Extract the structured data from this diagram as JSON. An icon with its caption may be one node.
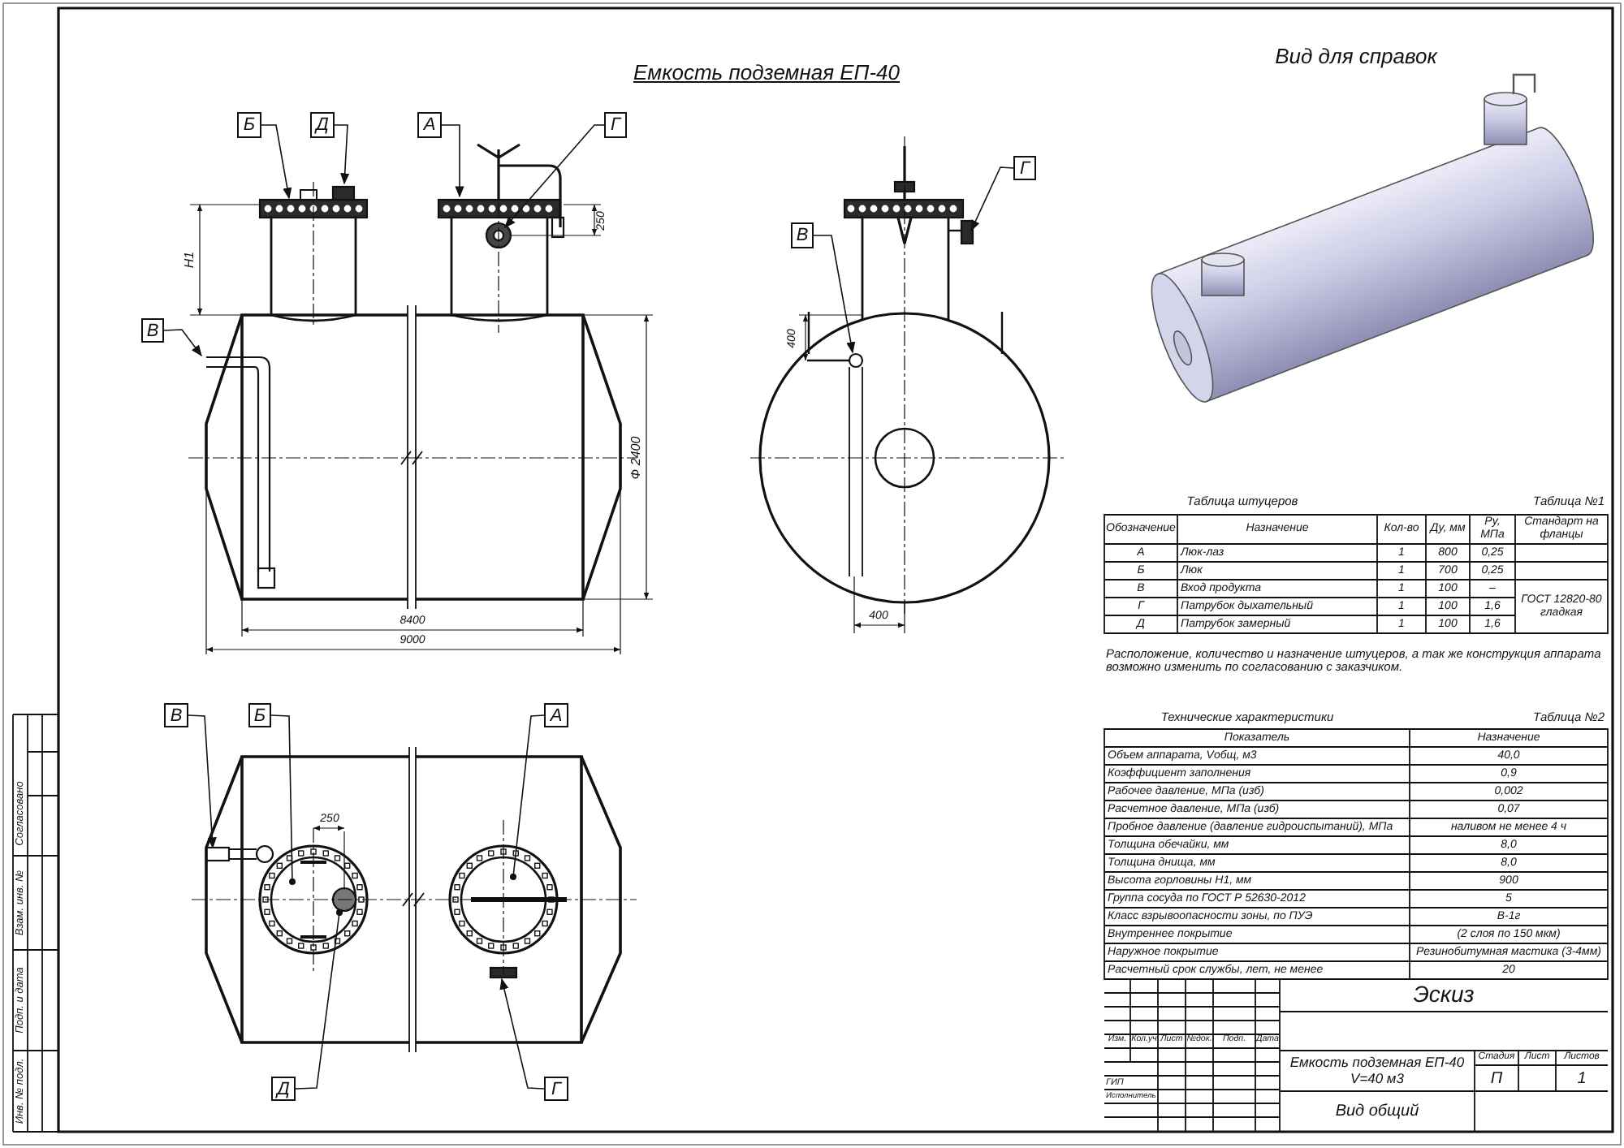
{
  "diagram": {
    "title": "Емкость подземная ЕП-40",
    "nodes": [
      {
        "text": [
          "Б"
        ]
      },
      {
        "text": [
          "Д"
        ]
      },
      {
        "text": [
          "А"
        ]
      },
      {
        "text": [
          "Г"
        ]
      },
      {
        "text": [
          "В"
        ]
      },
      {
        "text": [
          "Г"
        ]
      },
      {
        "text": [
          "В"
        ]
      },
      {
        "text": [
          "В"
        ]
      },
      {
        "text": [
          "Б"
        ]
      },
      {
        "text": [
          "А"
        ]
      },
      {
        "text": [
          "Д"
        ]
      },
      {
        "text": [
          "Г"
        ]
      }
    ],
    "edges": [
      {
        "from": 0,
        "to": null,
        "arrow": "to"
      },
      {
        "from": 1,
        "to": null,
        "arrow": "to"
      },
      {
        "from": 2,
        "to": null,
        "arrow": "to"
      },
      {
        "from": 3,
        "to": null,
        "arrow": "to"
      },
      {
        "from": 4,
        "to": null,
        "arrow": "to"
      },
      {
        "from": 5,
        "to": null,
        "arrow": "to"
      },
      {
        "from": 6,
        "to": null,
        "arrow": "to"
      },
      {
        "from": 7,
        "to": null,
        "arrow": "to"
      },
      {
        "from": 8,
        "to": null,
        "arrow": "other"
      },
      {
        "from": 9,
        "to": null,
        "arrow": "other"
      },
      {
        "from": 10,
        "to": null,
        "arrow": "other"
      },
      {
        "from": 11,
        "to": null,
        "arrow": "to"
      }
    ],
    "labels": [
      "Вид для справок",
      "Н1",
      "250",
      "Ф 2400",
      "8400",
      "9000",
      "400",
      "400",
      "250",
      "Таблица штуцеров",
      "Таблица №1",
      "Обозначение",
      "Назначение",
      "Кол-во",
      "Ду, мм",
      "Ру, МПа",
      "Стандарт на фланцы",
      "А",
      "Люк-лаз",
      "1",
      "800",
      "0,25",
      "Б",
      "Люк",
      "1",
      "700",
      "0,25",
      "В",
      "Вход продукта",
      "1",
      "100",
      "–",
      "Г",
      "Патрубок дыхательный",
      "1",
      "100",
      "1,6",
      "Д",
      "Патрубок замерный",
      "1",
      "100",
      "1,6",
      "ГОСТ 12820-80 гладкая",
      "Расположение, количество и назначение штуцеров, а так же конструкция аппарата возможно изменить по согласованию с заказчиком.",
      "Технические характеристики",
      "Таблица №2",
      "Показатель",
      "Назначение",
      "Объем аппарата, Vобщ, м3",
      "40,0",
      "Коэффициент заполнения",
      "0,9",
      "Рабочее давление, МПа (изб)",
      "0,002",
      "Расчетное давление, МПа (изб)",
      "0,07",
      "Пробное давление (давление гидроиспытаний), МПа",
      "наливом не менее 4 ч",
      "Толщина обечайки, мм",
      "8,0",
      "Толщина днища, мм",
      "8,0",
      "Высота горловины Н1, мм",
      "900",
      "Группа сосуда по ГОСТ Р 52630-2012",
      "5",
      "Класс взрывоопасности зоны, по ПУЭ",
      "В-1г",
      "Внутреннее покрытие",
      "(2 слоя по 150 мкм)",
      "Наружное покрытие",
      "Резинобитумная мастика (3-4мм)",
      "Расчетный срок службы, лет, не менее",
      "20",
      "Эскиз",
      "Изм.",
      "Кол.уч",
      "Лист",
      "№док.",
      "Подп.",
      "Дата",
      "ГИП",
      "Исполнитель",
      "Емкость подземная ЕП-40 V=40 м3",
      "Стадия",
      "Лист",
      "Листов",
      "П",
      "1",
      "Вид общий",
      "Согласовано",
      "Взам. инв. №",
      "Подп. и дата",
      "Инв. № подл."
    ]
  }
}
